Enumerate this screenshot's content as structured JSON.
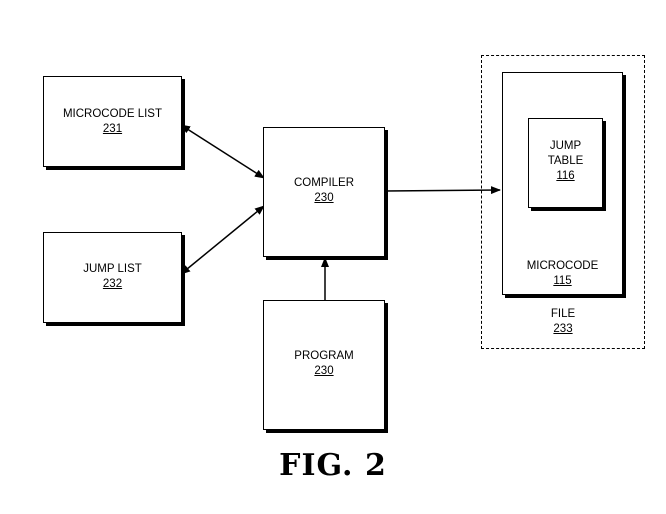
{
  "microcode_list": {
    "name": "MICROCODE LIST",
    "ref": "231"
  },
  "jump_list": {
    "name": "JUMP LIST",
    "ref": "232"
  },
  "compiler": {
    "name": "COMPILER",
    "ref": "230"
  },
  "program": {
    "name": "PROGRAM",
    "ref": "230"
  },
  "microcode": {
    "name": "MICROCODE",
    "ref": "115"
  },
  "jump_table": {
    "name_line1": "JUMP",
    "name_line2": "TABLE",
    "ref": "116"
  },
  "file": {
    "name": "FILE",
    "ref": "233"
  },
  "figure_caption": "FIG. 2"
}
